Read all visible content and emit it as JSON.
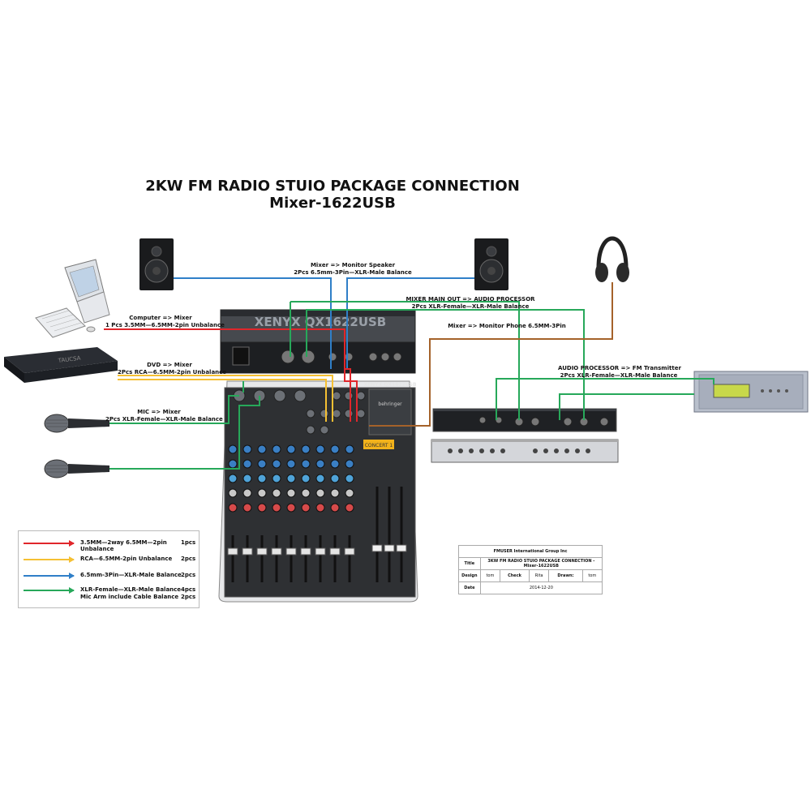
{
  "title": {
    "line1": "2KW FM RADIO STUIO PACKAGE CONNECTION",
    "line2": "Mixer-1622USB"
  },
  "labels": {
    "monitor_speaker": {
      "line1": "Mixer => Monitor Speaker",
      "line2": "2Pcs 6.5mm-3Pin—XLR-Male  Balance"
    },
    "main_out": {
      "line1": "MIXER MAIN OUT => AUDIO PROCESSOR",
      "line2": "2Pcs XLR-Female—XLR-Male  Balance"
    },
    "computer": {
      "line1": "Computer => Mixer",
      "line2": "1 Pcs 3.5MM—6.5MM-2pin  Unbalance"
    },
    "monitor_phone": {
      "line1": "Mixer => Monitor Phone 6.5MM-3Pin"
    },
    "dvd": {
      "line1": "DVD => Mixer",
      "line2": "2Pcs RCA—6.5MM-2pin   Unbalance"
    },
    "processor_tx": {
      "line1": "AUDIO PROCESSOR => FM Transmitter",
      "line2": "2Pcs XLR-Female—XLR-Male  Balance"
    },
    "mic": {
      "line1": "MIC => Mixer",
      "line2": "2Pcs XLR-Female—XLR-Male Balance"
    }
  },
  "legend": [
    {
      "color": "#e0262b",
      "desc": "3.5MM—2way 6.5MM—2pin Unbalance",
      "qty": "1pcs"
    },
    {
      "color": "#f5c033",
      "desc": "RCA—6.5MM-2pin Unbalance",
      "qty": "2pcs"
    },
    {
      "color": "#2f7fc8",
      "desc": "6.5mm-3Pin—XLR-Male  Balance",
      "qty": "2pcs"
    },
    {
      "color": "#27a85a",
      "desc": "XLR-Female—XLR-Male Balance",
      "qty": "4pcs",
      "desc2": "Mic Arm include Cable Balance",
      "qty2": "2pcs"
    }
  ],
  "titleblock": {
    "company": "FMUSER International Group Inc",
    "title_label": "Title",
    "title_value": "3KW FM RADIO STUIO PACKAGE CONNECTION -\nMixer-1622USB",
    "design_label": "Design",
    "design_value": "tom",
    "check_label": "Check",
    "check_value": "Rita",
    "drawn_label": "Drawn:",
    "drawn_value": "tom",
    "date_label": "Date",
    "date_value": "2014-12-20"
  },
  "device_text": {
    "mixer_brand": "behringer",
    "mixer_model": "XENYX QX1622USB",
    "mixer_display": "CONCERT 1",
    "dvd_brand": "TAUCSA"
  },
  "colors": {
    "red": "#e0262b",
    "yellow": "#f5c033",
    "blue": "#2f7fc8",
    "green": "#27a85a",
    "brown": "#a5622a"
  }
}
